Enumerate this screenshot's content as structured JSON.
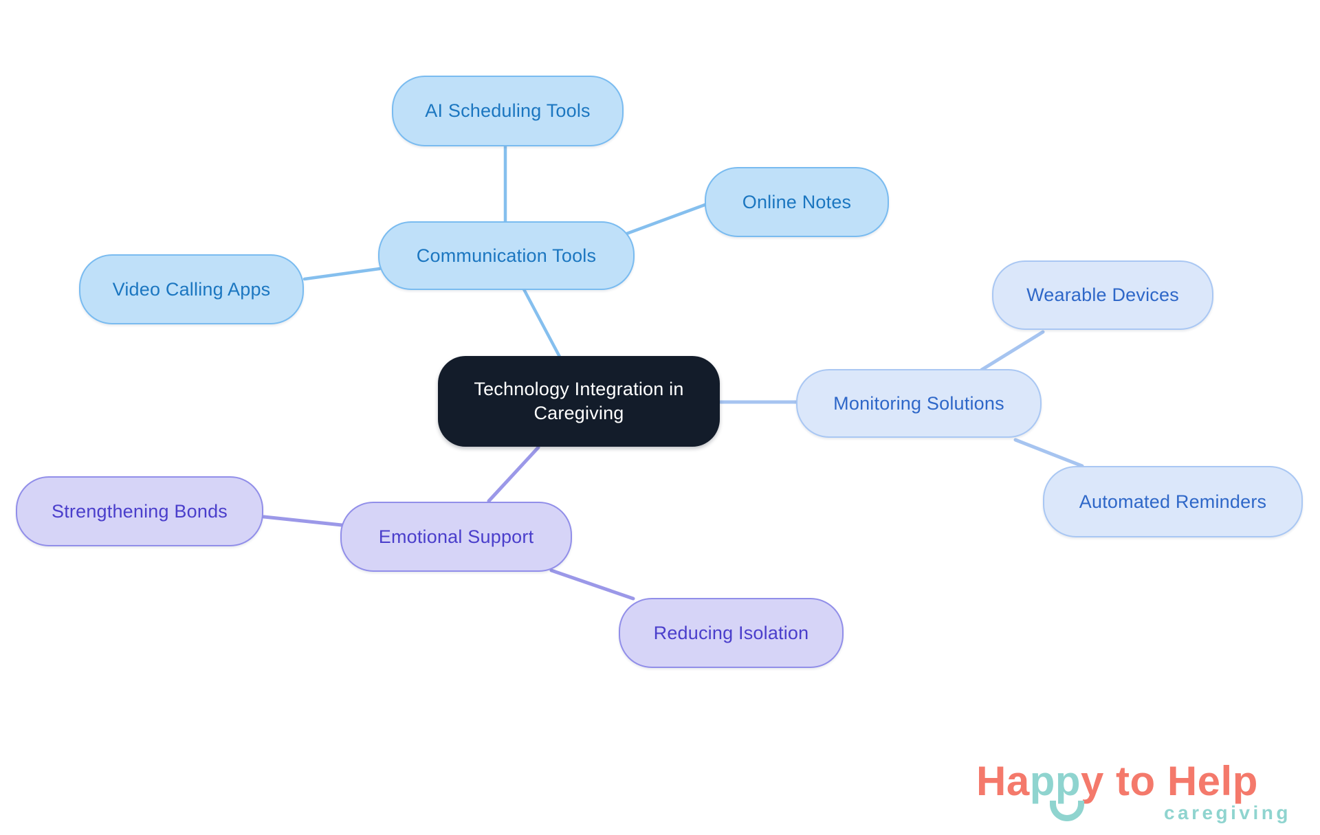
{
  "canvas": {
    "background": "#ffffff"
  },
  "mindmap": {
    "center": {
      "label": "Technology Integration in Caregiving",
      "fill": "#131c2a",
      "text_color": "#ffffff"
    },
    "branches": [
      {
        "name": "communication",
        "node": {
          "label": "Communication Tools"
        },
        "style": {
          "fill": "#bfe0f9",
          "border": "#79bbf0",
          "text": "#1b76c0",
          "edge": "#85bfee"
        },
        "children": [
          {
            "label": "AI Scheduling Tools"
          },
          {
            "label": "Online Notes"
          },
          {
            "label": "Video Calling Apps"
          }
        ]
      },
      {
        "name": "monitoring",
        "node": {
          "label": "Monitoring Solutions"
        },
        "style": {
          "fill": "#dbe7fa",
          "border": "#a9c7f3",
          "text": "#2e67c8",
          "edge": "#a6c4f0"
        },
        "children": [
          {
            "label": "Wearable Devices"
          },
          {
            "label": "Automated Reminders"
          }
        ]
      },
      {
        "name": "emotional",
        "node": {
          "label": "Emotional Support"
        },
        "style": {
          "fill": "#d6d4f7",
          "border": "#918ee9",
          "text": "#4a3ecb",
          "edge": "#9b98e8"
        },
        "children": [
          {
            "label": "Strengthening Bonds"
          },
          {
            "label": "Reducing Isolation"
          }
        ]
      }
    ]
  },
  "logo": {
    "word_parts": [
      {
        "text": "Ha",
        "color": "#f4796b"
      },
      {
        "text": "pp",
        "color": "#8fd4cf"
      },
      {
        "text": "y to Help",
        "color": "#f4796b"
      }
    ],
    "tagline": "caregiving",
    "tagline_color": "#8fd4cf",
    "smile_color": "#8fd4cf"
  }
}
